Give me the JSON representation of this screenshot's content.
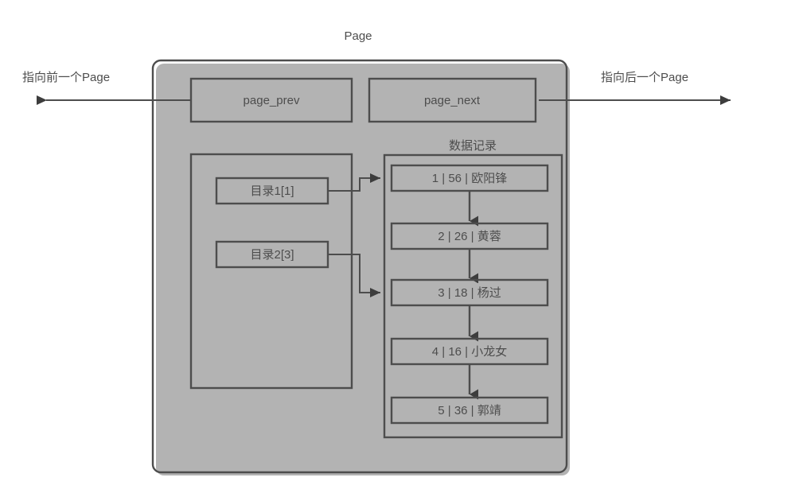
{
  "diagram": {
    "title": "Page",
    "left_arrow_label": "指向前一个Page",
    "right_arrow_label": "指向后一个Page",
    "records_group_label": "数据记录",
    "pointers": [
      {
        "id": "page_prev",
        "label": "page_prev"
      },
      {
        "id": "page_next",
        "label": "page_next"
      }
    ],
    "directory_entries": [
      {
        "id": "dir1",
        "label": "目录1[1]",
        "points_to_record": 1
      },
      {
        "id": "dir2",
        "label": "目录2[3]",
        "points_to_record": 3
      }
    ],
    "records": [
      {
        "slot": "1",
        "age": "56",
        "name": "欧阳锋",
        "label": "1 | 56 | 欧阳锋"
      },
      {
        "slot": "2",
        "age": "26",
        "name": "黄蓉",
        "label": "2 | 26 | 黄蓉"
      },
      {
        "slot": "3",
        "age": "18",
        "name": "杨过",
        "label": "3 | 18 | 杨过"
      },
      {
        "slot": "4",
        "age": "16",
        "name": "小龙女",
        "label": "4 | 16 | 小龙女"
      },
      {
        "slot": "5",
        "age": "36",
        "name": "郭靖",
        "label": "5 | 36 | 郭靖"
      }
    ],
    "colors": {
      "stroke": "#4d4d4d",
      "shadow": "#b3b3b3",
      "fill": "#ffffff",
      "text": "#4d4d4d",
      "background": "#ffffff"
    }
  }
}
